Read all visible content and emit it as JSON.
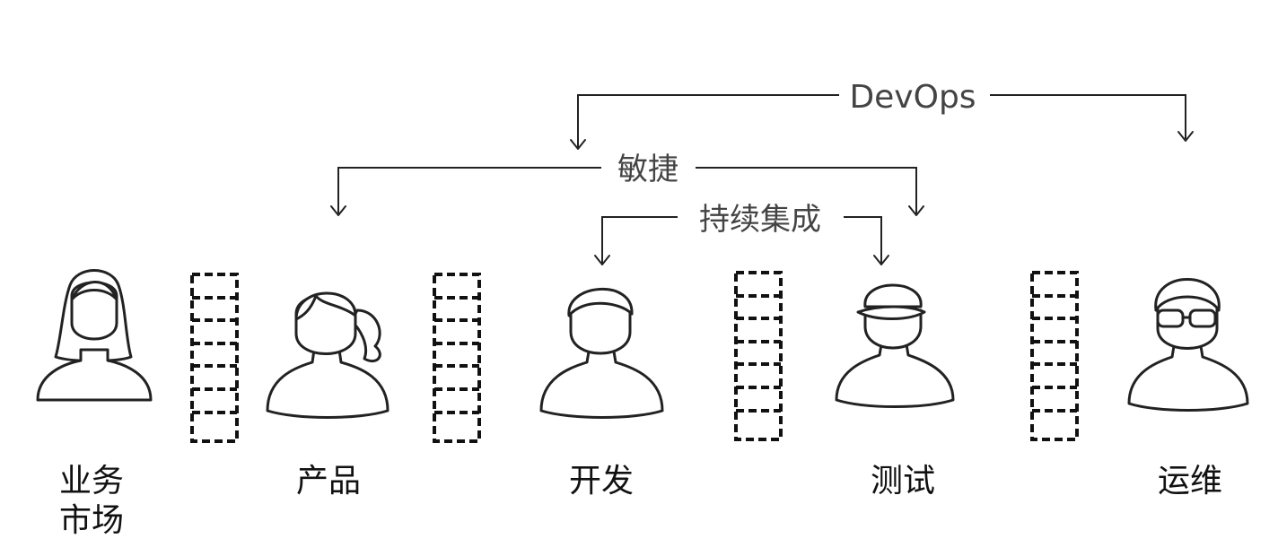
{
  "brackets": {
    "devops": "DevOps",
    "agile": "敏捷",
    "ci": "持续集成"
  },
  "roles": {
    "business": [
      "业务",
      "市场"
    ],
    "product": "产品",
    "dev": "开发",
    "test": "测试",
    "ops": "运维"
  },
  "icons": {
    "business": "woman-long-hair-icon",
    "product": "woman-ponytail-icon",
    "dev": "man-short-hair-icon",
    "test": "man-cap-icon",
    "ops": "man-glasses-icon",
    "queue": "work-queue-icon"
  }
}
